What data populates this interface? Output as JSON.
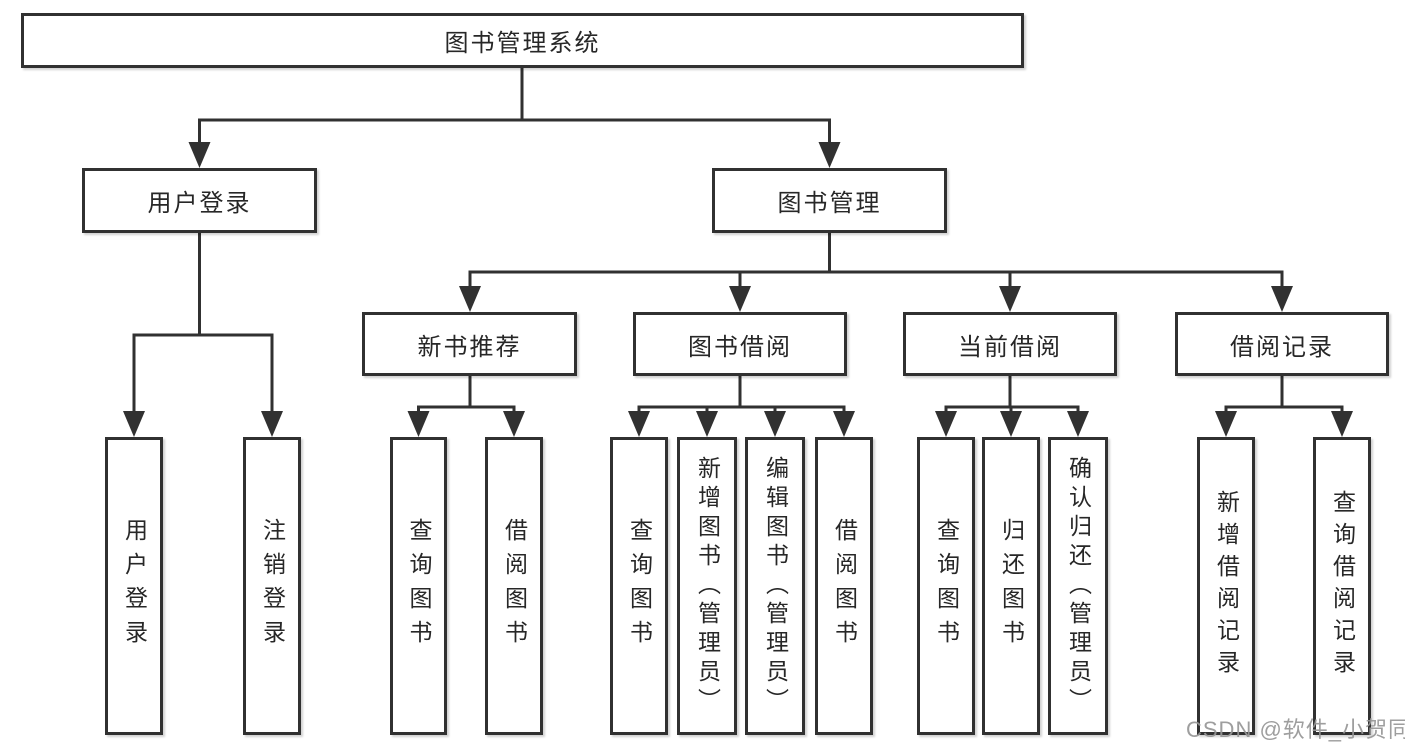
{
  "tree": {
    "root": {
      "label": "图书管理系统"
    },
    "level1": [
      {
        "label": "用户登录",
        "children": [
          "用户登录",
          "注销登录"
        ]
      },
      {
        "label": "图书管理",
        "children": [
          {
            "label": "新书推荐",
            "children": [
              "查询图书",
              "借阅图书"
            ]
          },
          {
            "label": "图书借阅",
            "children": [
              "查询图书",
              "新增图书（管理员）",
              "编辑图书（管理员）",
              "借阅图书"
            ]
          },
          {
            "label": "当前借阅",
            "children": [
              "查询图书",
              "归还图书",
              "确认归还（管理员）"
            ]
          },
          {
            "label": "借阅记录",
            "children": [
              "新增借阅记录",
              "查询借阅记录"
            ]
          }
        ]
      }
    ]
  },
  "watermark": "CSDN @软件_小贺同学",
  "colors": {
    "line": "#313131",
    "box_border": "#313131",
    "text": "#272727",
    "background": "#ffffff",
    "watermark": "#969696"
  }
}
